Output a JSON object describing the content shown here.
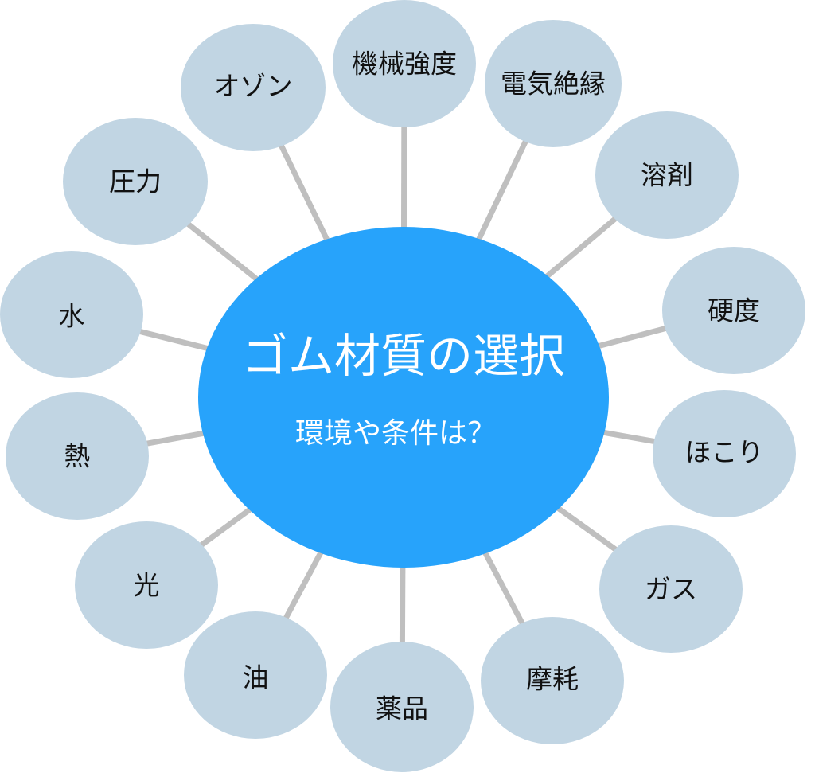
{
  "diagram": {
    "type": "radial-mind-map",
    "colors": {
      "center_fill": "#27a3fb",
      "node_fill": "#c1d5e3",
      "connector": "#bfbfbf",
      "center_text": "#ffffff",
      "node_text": "#111111",
      "background": "#ffffff"
    },
    "center": {
      "title": "ゴム材質の選択",
      "subtitle": "環境や条件は？"
    },
    "nodes": [
      {
        "id": "mechanical-strength",
        "label": "機械強度"
      },
      {
        "id": "electrical-insulation",
        "label": "電気絶縁"
      },
      {
        "id": "solvent",
        "label": "溶剤"
      },
      {
        "id": "hardness",
        "label": "硬度"
      },
      {
        "id": "dust",
        "label": "ほこり"
      },
      {
        "id": "gas",
        "label": "ガス"
      },
      {
        "id": "abrasion",
        "label": "摩耗"
      },
      {
        "id": "chemicals",
        "label": "薬品"
      },
      {
        "id": "oil",
        "label": "油"
      },
      {
        "id": "light",
        "label": "光"
      },
      {
        "id": "heat",
        "label": "熱"
      },
      {
        "id": "water",
        "label": "水"
      },
      {
        "id": "pressure",
        "label": "圧力"
      },
      {
        "id": "ozone",
        "label": "オゾン"
      }
    ]
  }
}
